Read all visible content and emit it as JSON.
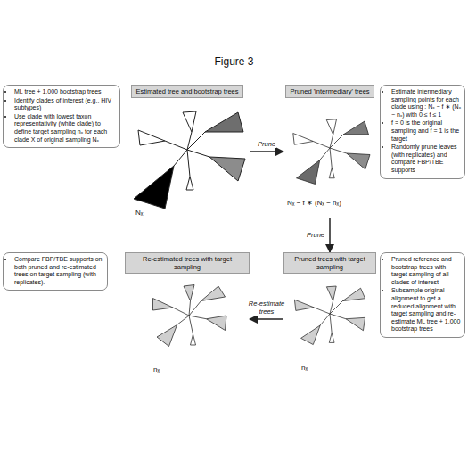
{
  "diagram": {
    "title": "Figure 3",
    "nodes": [
      {
        "text": [
          "ML tree + 1,000 bootstrap trees",
          "Identify clades of interest (e.g., HIV subtypes)",
          "Use clade with lowest taxon representativity (white clade) to define target sampling nₓ for each clade X of original sampling Nₓ"
        ]
      },
      {
        "text": [
          "Estimated tree and bootstrap trees"
        ]
      },
      {
        "text": [
          "Pruned 'intermediary' trees"
        ]
      },
      {
        "text": [
          "Estimate intermediary sampling points for each clade using : Nₓ − f ∗ (Nₓ − nₓ) with 0 ≤ f ≤ 1",
          "f = 0 is the original sampling and f = 1 is the target",
          "Randomly prune leaves (with replicates) and compare FBP/TBE supports"
        ]
      },
      {
        "text": [
          "Compare FBP/TBE supports on both pruned and re-estimated trees on target sampling (with replicates)."
        ]
      },
      {
        "text": [
          "Re-estimated trees with target sampling"
        ]
      },
      {
        "text": [
          "Pruned trees with target sampling"
        ]
      },
      {
        "text": [
          "Pruned reference and bootstrap trees with target sampling of all clades of interest",
          "Subsample original alignment to get a reduced alignment with target sampling and re-estimate ML tree + 1,000 bootstrap trees"
        ]
      }
    ],
    "edges": [
      {
        "from": 1,
        "to": 2,
        "label": "Prune",
        "arrow": "to"
      },
      {
        "from": 2,
        "to": 6,
        "label": "Prune",
        "arrow": "to"
      },
      {
        "from": 6,
        "to": 5,
        "label": "Re-estimate trees",
        "arrow": "to"
      }
    ],
    "labels": [
      "Nₓ",
      "Nₓ − f ∗ (Nₓ − nₓ)",
      "nₓ",
      "nₓ"
    ]
  }
}
